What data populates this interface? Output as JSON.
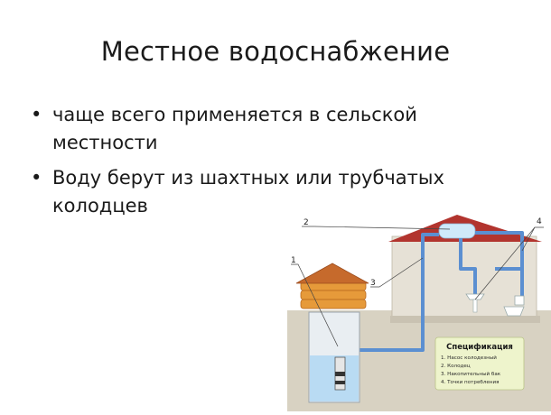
{
  "slide": {
    "title": "Местное водоснабжение",
    "bullets": [
      "чаще всего применяется в сельской местности",
      "Воду берут из шахтных или трубчатых колодцев"
    ]
  },
  "diagram": {
    "callouts": [
      "1",
      "2",
      "3",
      "4"
    ],
    "spec": {
      "title": "Спецификация",
      "items": [
        "1. Насос колодезный",
        "2. Колодец",
        "3. Накопительный бак",
        "4. Точки потребления"
      ]
    },
    "colors": {
      "roof": "#b2342e",
      "well_roof": "#c66a2c",
      "well_planks": "#e69a3a",
      "ground": "#d8d2c2",
      "water": "#b9dbf3",
      "pipe": "#5b8fd1",
      "tank": "#cfe9fa",
      "spec_bg": "#eef4cc"
    }
  }
}
